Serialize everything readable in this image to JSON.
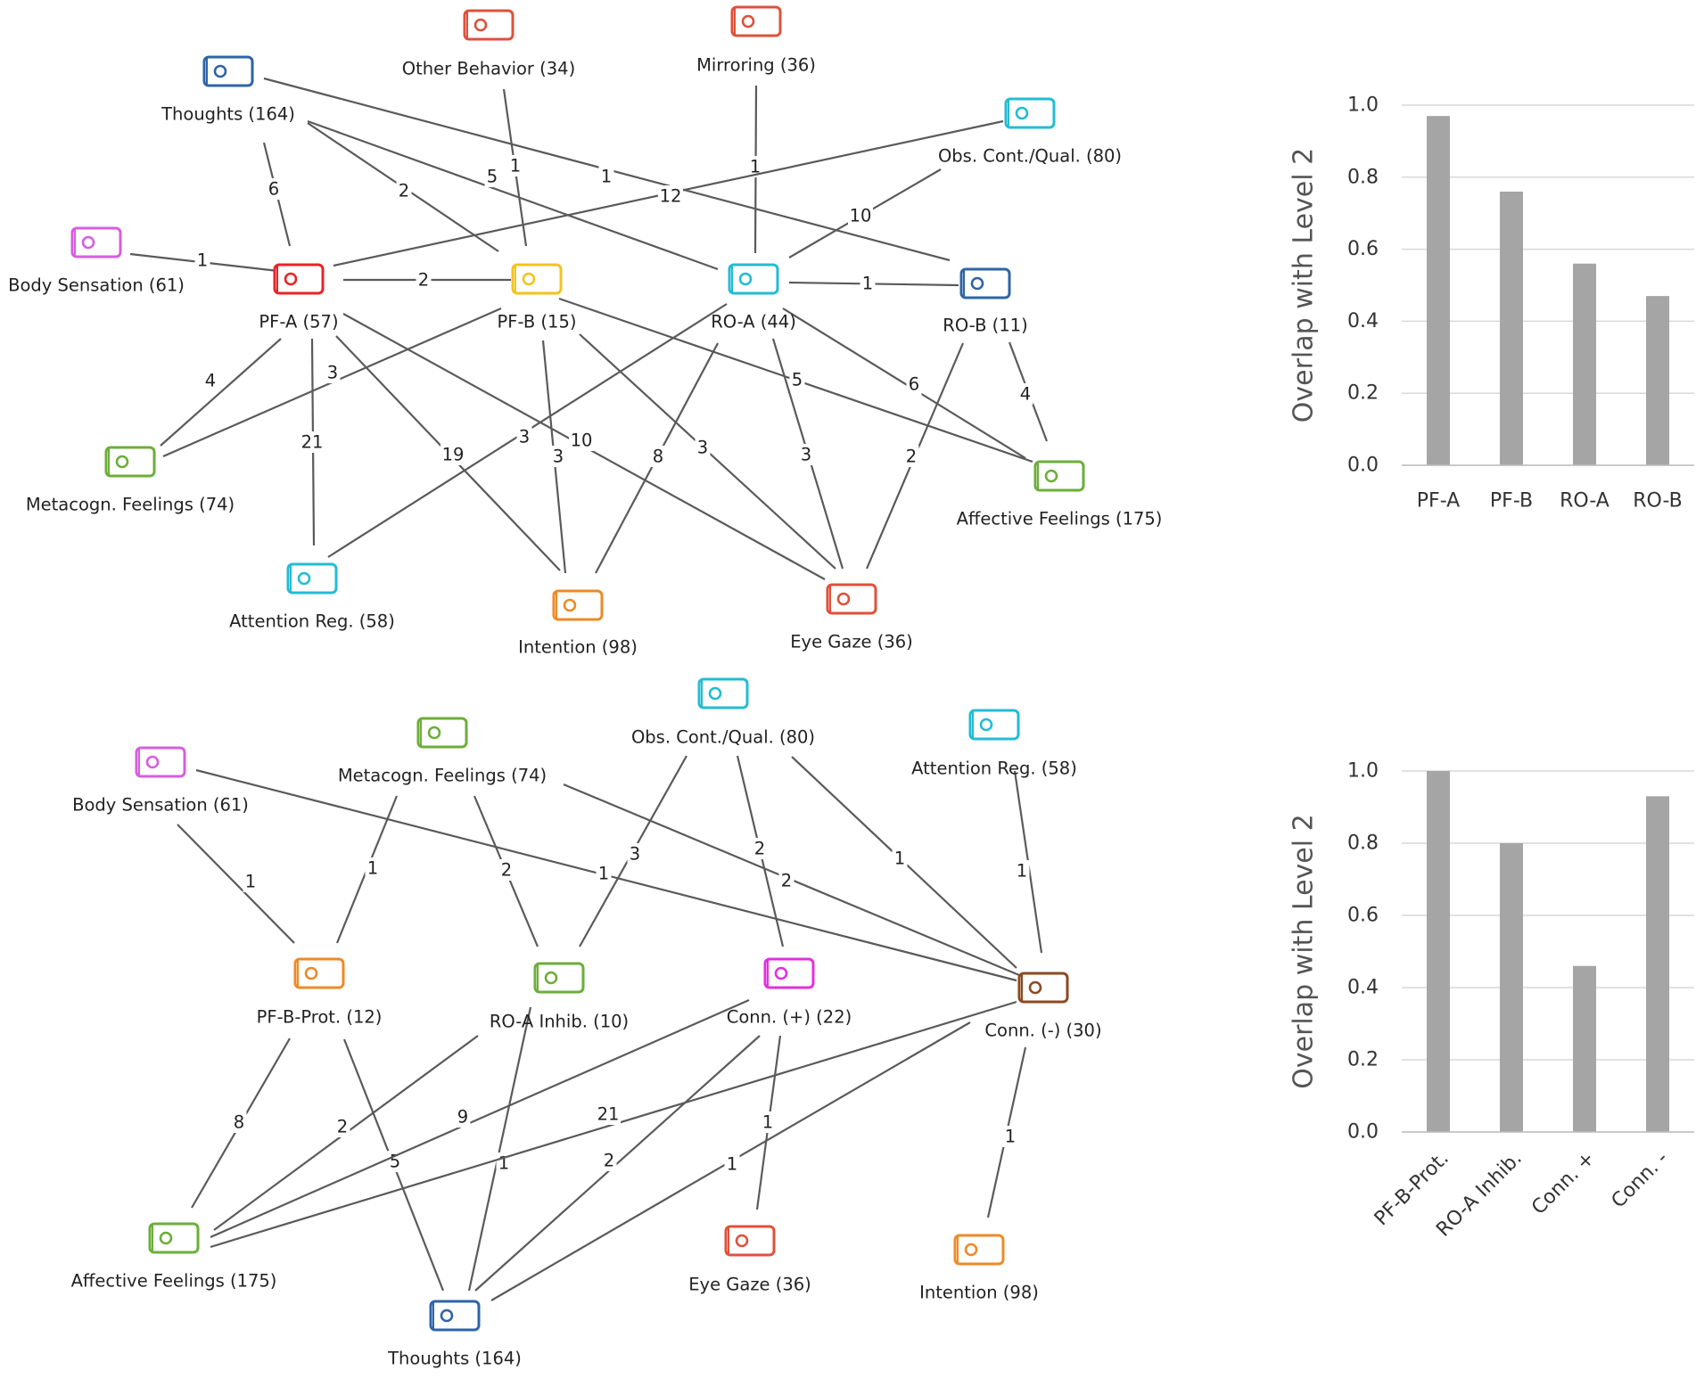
{
  "networks": [
    {
      "nodes": [
        {
          "id": "thoughts",
          "label": "Thoughts (164)",
          "color": "#2e64a8"
        },
        {
          "id": "other",
          "label": "Other Behavior (34)",
          "color": "#e0503a"
        },
        {
          "id": "mirroring",
          "label": "Mirroring (36)",
          "color": "#e0503a"
        },
        {
          "id": "obs",
          "label": "Obs. Cont./Qual. (80)",
          "color": "#22bcd4"
        },
        {
          "id": "body",
          "label": "Body Sensation (61)",
          "color": "#d65ee0"
        },
        {
          "id": "pfa",
          "label": "PF-A (57)",
          "color": "#e82428"
        },
        {
          "id": "pfb",
          "label": "PF-B (15)",
          "color": "#f2c41c"
        },
        {
          "id": "roa",
          "label": "RO-A (44)",
          "color": "#22bcd4"
        },
        {
          "id": "rob",
          "label": "RO-B (11)",
          "color": "#2e64a8"
        },
        {
          "id": "meta",
          "label": "Metacogn. Feelings (74)",
          "color": "#6cae3a"
        },
        {
          "id": "affect",
          "label": "Affective Feelings (175)",
          "color": "#6cae3a"
        },
        {
          "id": "attn",
          "label": "Attention Reg. (58)",
          "color": "#22bcd4"
        },
        {
          "id": "intent",
          "label": "Intention (98)",
          "color": "#ee8a26"
        },
        {
          "id": "eye",
          "label": "Eye Gaze (36)",
          "color": "#e0503a"
        }
      ],
      "edges": [
        {
          "from": "thoughts",
          "to": "pfa",
          "label": "6"
        },
        {
          "from": "thoughts",
          "to": "pfb",
          "label": "2"
        },
        {
          "from": "thoughts",
          "to": "roa",
          "label": "5"
        },
        {
          "from": "thoughts",
          "to": "rob",
          "label": "1"
        },
        {
          "from": "other",
          "to": "pfb",
          "label": "1"
        },
        {
          "from": "mirroring",
          "to": "roa",
          "label": "1"
        },
        {
          "from": "obs",
          "to": "pfa",
          "label": "12"
        },
        {
          "from": "obs",
          "to": "roa",
          "label": "10"
        },
        {
          "from": "body",
          "to": "pfa",
          "label": "1"
        },
        {
          "from": "pfa",
          "to": "pfb",
          "label": "2"
        },
        {
          "from": "roa",
          "to": "rob",
          "label": "1"
        },
        {
          "from": "pfa",
          "to": "meta",
          "label": "4"
        },
        {
          "from": "pfb",
          "to": "meta",
          "label": "3"
        },
        {
          "from": "pfa",
          "to": "attn",
          "label": "21"
        },
        {
          "from": "pfa",
          "to": "intent",
          "label": "19"
        },
        {
          "from": "pfa",
          "to": "eye",
          "label": "10"
        },
        {
          "from": "pfb",
          "to": "intent",
          "label": "3"
        },
        {
          "from": "pfb",
          "to": "eye",
          "label": "3"
        },
        {
          "from": "pfb",
          "to": "affect",
          "label": "5"
        },
        {
          "from": "roa",
          "to": "attn",
          "label": "3"
        },
        {
          "from": "roa",
          "to": "intent",
          "label": "8"
        },
        {
          "from": "roa",
          "to": "eye",
          "label": "3"
        },
        {
          "from": "roa",
          "to": "affect",
          "label": "6"
        },
        {
          "from": "rob",
          "to": "affect",
          "label": "4"
        },
        {
          "from": "rob",
          "to": "eye",
          "label": "2"
        }
      ]
    },
    {
      "nodes": [
        {
          "id": "body",
          "label": "Body Sensation (61)",
          "color": "#d65ee0"
        },
        {
          "id": "meta",
          "label": "Metacogn. Feelings (74)",
          "color": "#6cae3a"
        },
        {
          "id": "obs",
          "label": "Obs. Cont./Qual. (80)",
          "color": "#22bcd4"
        },
        {
          "id": "attn",
          "label": "Attention Reg. (58)",
          "color": "#22bcd4"
        },
        {
          "id": "pfbprot",
          "label": "PF-B-Prot. (12)",
          "color": "#ee8a26"
        },
        {
          "id": "roainhib",
          "label": "RO-A Inhib. (10)",
          "color": "#6cae3a"
        },
        {
          "id": "connplus",
          "label": "Conn. (+) (22)",
          "color": "#e030e0"
        },
        {
          "id": "connminus",
          "label": "Conn. (-) (30)",
          "color": "#8b4a22"
        },
        {
          "id": "affect",
          "label": "Affective Feelings (175)",
          "color": "#6cae3a"
        },
        {
          "id": "thoughts",
          "label": "Thoughts (164)",
          "color": "#2e64a8"
        },
        {
          "id": "eye",
          "label": "Eye Gaze (36)",
          "color": "#e0503a"
        },
        {
          "id": "intent",
          "label": "Intention (98)",
          "color": "#ee8a26"
        }
      ],
      "edges": [
        {
          "from": "body",
          "to": "pfbprot",
          "label": "1"
        },
        {
          "from": "body",
          "to": "connminus",
          "label": "1"
        },
        {
          "from": "meta",
          "to": "pfbprot",
          "label": "1"
        },
        {
          "from": "meta",
          "to": "roainhib",
          "label": "2"
        },
        {
          "from": "meta",
          "to": "connminus",
          "label": "2"
        },
        {
          "from": "obs",
          "to": "roainhib",
          "label": "3"
        },
        {
          "from": "obs",
          "to": "connplus",
          "label": "2"
        },
        {
          "from": "obs",
          "to": "connminus",
          "label": "1"
        },
        {
          "from": "attn",
          "to": "connminus",
          "label": "1"
        },
        {
          "from": "pfbprot",
          "to": "affect",
          "label": "8"
        },
        {
          "from": "pfbprot",
          "to": "thoughts",
          "label": "5"
        },
        {
          "from": "roainhib",
          "to": "affect",
          "label": "2"
        },
        {
          "from": "roainhib",
          "to": "thoughts",
          "label": "1"
        },
        {
          "from": "connplus",
          "to": "affect",
          "label": "9"
        },
        {
          "from": "connplus",
          "to": "thoughts",
          "label": "2"
        },
        {
          "from": "connplus",
          "to": "eye",
          "label": "1"
        },
        {
          "from": "connminus",
          "to": "affect",
          "label": "21"
        },
        {
          "from": "connminus",
          "to": "thoughts",
          "label": "1"
        },
        {
          "from": "connminus",
          "to": "intent",
          "label": "1"
        }
      ]
    }
  ],
  "chart_data": [
    {
      "type": "bar",
      "categories": [
        "PF-A",
        "PF-B",
        "RO-A",
        "RO-B"
      ],
      "values": [
        0.97,
        0.76,
        0.56,
        0.47
      ],
      "title": "",
      "xlabel": "",
      "ylabel": "Overlap with Level 2",
      "ylim": [
        0,
        1.0
      ],
      "yticks": [
        "0.0",
        "0.2",
        "0.4",
        "0.6",
        "0.8",
        "1.0"
      ],
      "grid": true,
      "bar_color": "#a5a5a5"
    },
    {
      "type": "bar",
      "categories": [
        "PF-B-Prot.",
        "RO-A Inhib.",
        "Conn. +",
        "Conn. -"
      ],
      "values": [
        1.0,
        0.8,
        0.46,
        0.93
      ],
      "title": "",
      "xlabel": "",
      "ylabel": "Overlap with Level 2",
      "ylim": [
        0,
        1.0
      ],
      "yticks": [
        "0.0",
        "0.2",
        "0.4",
        "0.6",
        "0.8",
        "1.0"
      ],
      "grid": true,
      "bar_color": "#a5a5a5"
    }
  ]
}
